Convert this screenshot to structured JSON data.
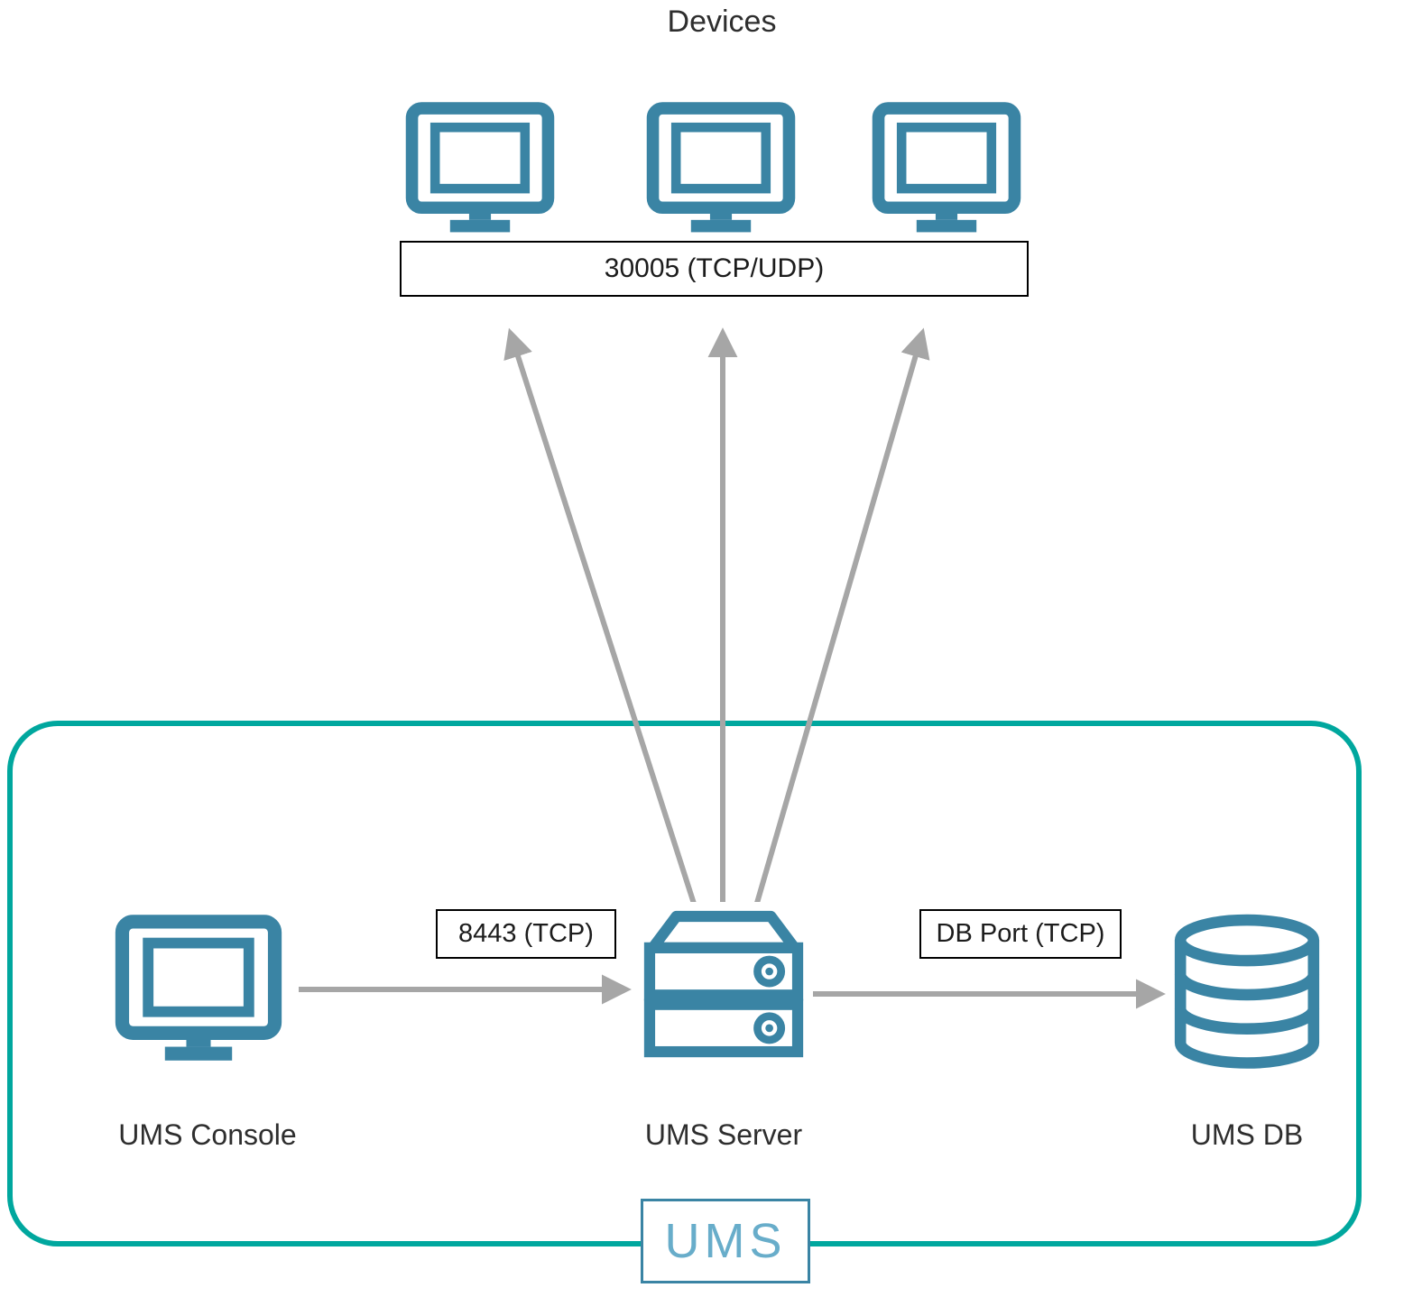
{
  "title": "Devices",
  "ports": {
    "devices": "30005 (TCP/UDP)",
    "console_to_server": "8443 (TCP)",
    "server_to_db": "DB Port (TCP)"
  },
  "nodes": {
    "console": {
      "label": "UMS Console",
      "icon": "monitor-icon"
    },
    "server": {
      "label": "UMS Server",
      "icon": "server-stack-icon"
    },
    "db": {
      "label": "UMS DB",
      "icon": "database-icon"
    },
    "devices": {
      "icon": "monitor-icon",
      "count": 3
    }
  },
  "logo": {
    "text": "UMS"
  },
  "colors": {
    "icon": "#3a84a4",
    "boundary": "#00a79e",
    "arrow": "#a6a6a6",
    "logo_text": "#68adca"
  }
}
